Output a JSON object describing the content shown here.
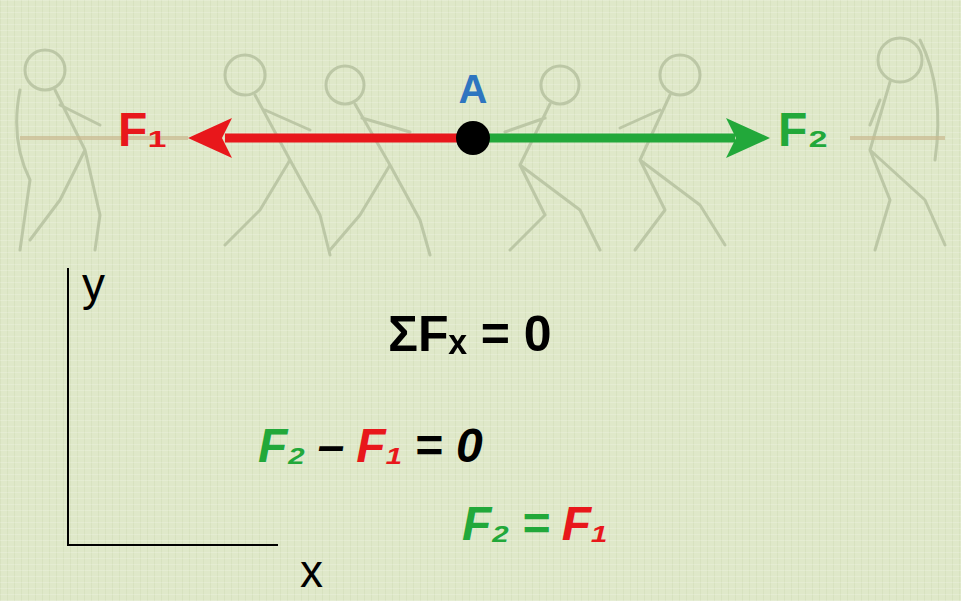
{
  "diagram": {
    "nodes": [
      {
        "text": [
          "A"
        ]
      }
    ],
    "labels": [
      "F₁",
      "F₂",
      "y",
      "x",
      "ΣFₓ = 0",
      "F₂",
      "–",
      "F₁",
      "= 0",
      "F₂",
      "=",
      "F₁"
    ]
  }
}
